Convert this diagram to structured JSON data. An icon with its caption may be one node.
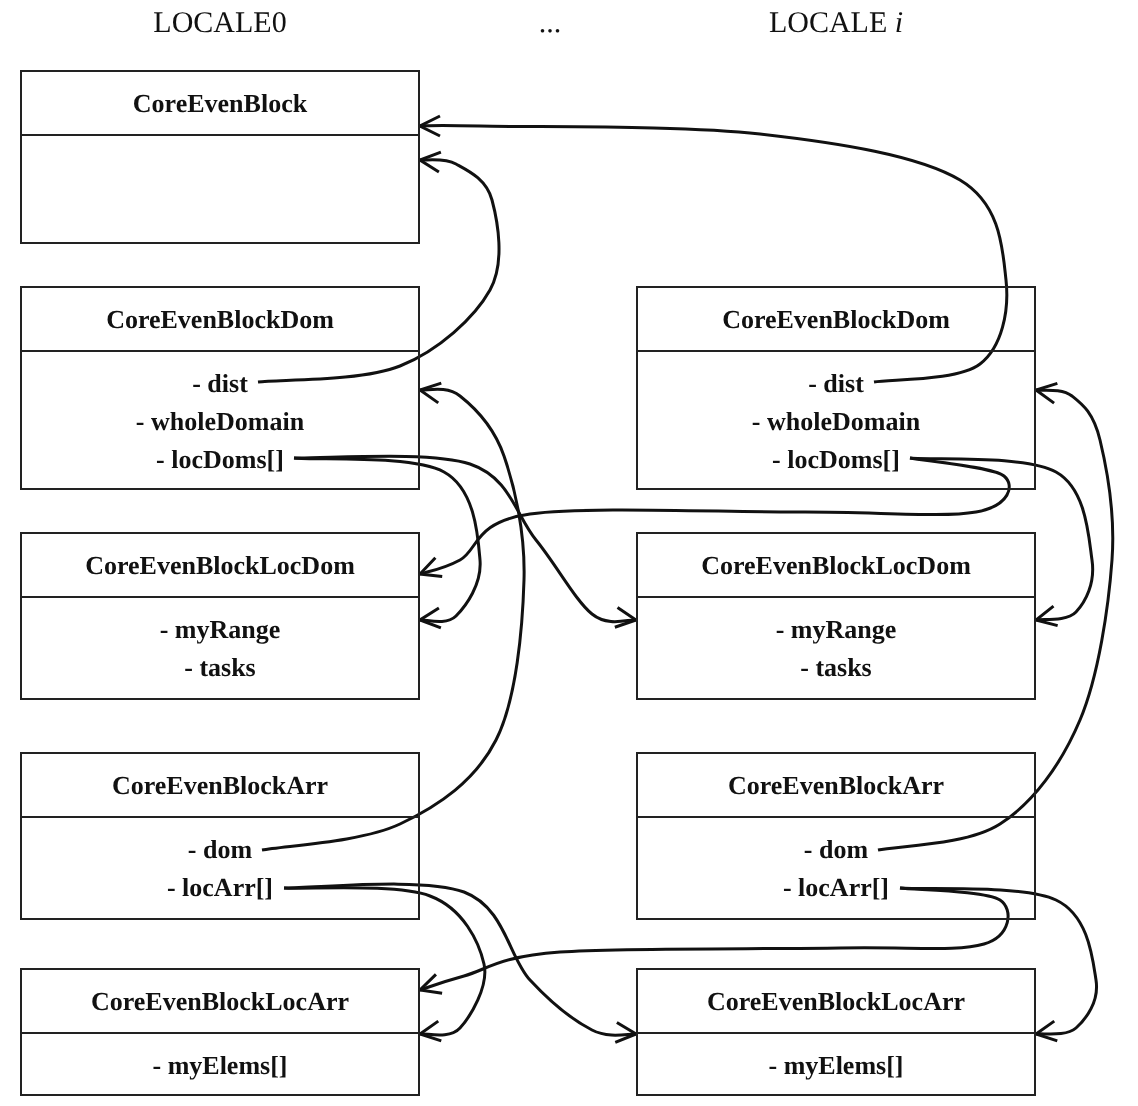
{
  "diagram": {
    "nodes": [
      {
        "text": [
          "CoreEvenBlock"
        ]
      },
      {
        "text": [
          "CoreEvenBlockDom",
          "- dist",
          "- wholeDomain",
          "- locDoms[]"
        ]
      },
      {
        "text": [
          "CoreEvenBlockDom",
          "- dist",
          "- wholeDomain",
          "- locDoms[]"
        ]
      },
      {
        "text": [
          "CoreEvenBlockLocDom",
          "- myRange",
          "- tasks"
        ]
      },
      {
        "text": [
          "CoreEvenBlockLocDom",
          "- myRange",
          "- tasks"
        ]
      },
      {
        "text": [
          "CoreEvenBlockArr",
          "- dom",
          "- locArr[]"
        ]
      },
      {
        "text": [
          "CoreEvenBlockArr",
          "- dom",
          "- locArr[]"
        ]
      },
      {
        "text": [
          "CoreEvenBlockLocArr",
          "- myElems[]"
        ]
      },
      {
        "text": [
          "CoreEvenBlockLocArr",
          "- myElems[]"
        ]
      }
    ],
    "edges": [
      {
        "from": 1,
        "to": 0,
        "arrow": "to"
      },
      {
        "from": 2,
        "to": 0,
        "arrow": "to"
      },
      {
        "from": 1,
        "to": 3,
        "arrow": "to"
      },
      {
        "from": 1,
        "to": 4,
        "arrow": "to"
      },
      {
        "from": 2,
        "to": 3,
        "arrow": "to"
      },
      {
        "from": 2,
        "to": 4,
        "arrow": "to"
      },
      {
        "from": 5,
        "to": 1,
        "arrow": "to"
      },
      {
        "from": 6,
        "to": 2,
        "arrow": "to"
      },
      {
        "from": 5,
        "to": 7,
        "arrow": "to"
      },
      {
        "from": 5,
        "to": 8,
        "arrow": "to"
      },
      {
        "from": 6,
        "to": 7,
        "arrow": "to"
      },
      {
        "from": 6,
        "to": 8,
        "arrow": "to"
      }
    ],
    "labels": [
      "LOCALE0",
      "...",
      "LOCALE *i*"
    ]
  }
}
